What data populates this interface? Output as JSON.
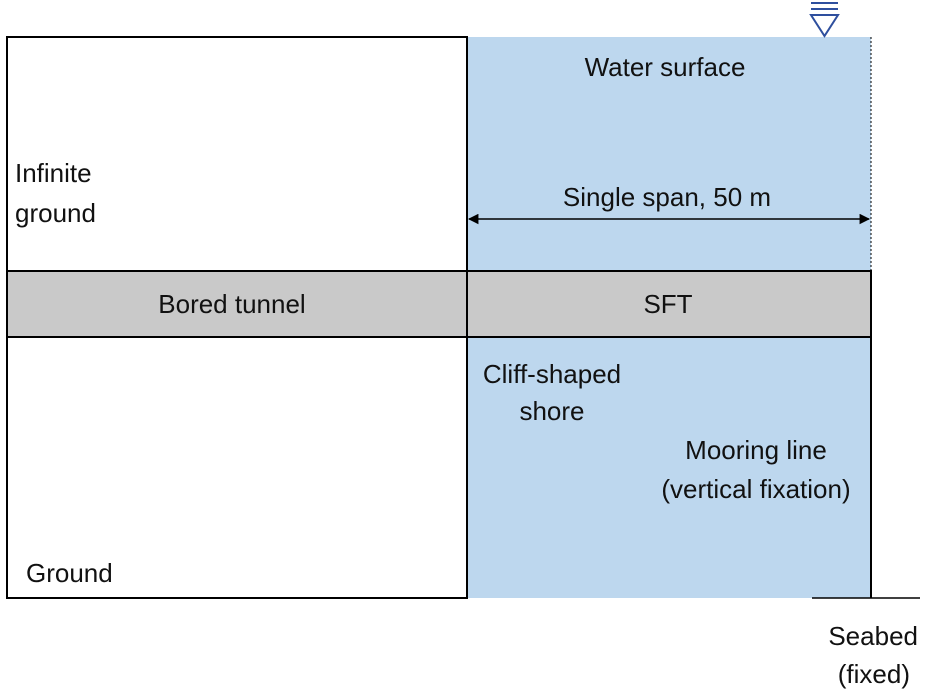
{
  "colors": {
    "water": "#bdd7ee",
    "tunnel": "#c9c9c9",
    "outline": "#000000",
    "water_symbol": "#2e4f9e"
  },
  "icons": {
    "water_level": "water-level-triangle-icon",
    "span_arrow": "double-headed-arrow-icon"
  },
  "labels": {
    "water_surface": "Water surface",
    "infinite_ground_line1": "Infinite",
    "infinite_ground_line2": "ground",
    "single_span": "Single span, 50 m",
    "bored_tunnel": "Bored tunnel",
    "sft": "SFT",
    "cliff_line1": "Cliff-shaped",
    "cliff_line2": "shore",
    "mooring_line1": "Mooring line",
    "mooring_line2": "(vertical fixation)",
    "ground": "Ground",
    "seabed_line1": "Seabed",
    "seabed_line2": "(fixed)"
  }
}
